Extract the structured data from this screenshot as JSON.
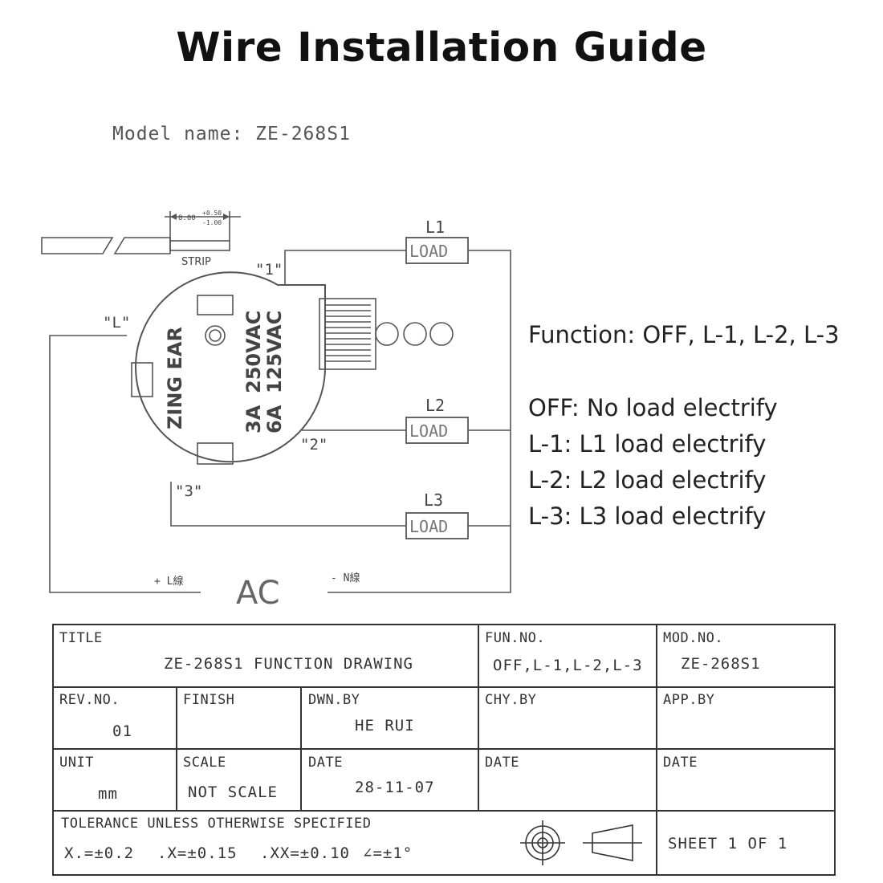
{
  "title": "Wire Installation Guide",
  "model_name": "Model name: ZE-268S1",
  "diagram": {
    "strip_label": "STRIP",
    "strip_dim": "8.00",
    "strip_tol_plus": "+0.50",
    "strip_tol_minus": "-1.00",
    "terminals": {
      "t1": "\"1\"",
      "t2": "\"2\"",
      "t3": "\"3\"",
      "tl": "\"L\""
    },
    "switch_text": {
      "brand": "ZING EAR",
      "rating1": "250VAC",
      "rating2": "125VAC",
      "amp1": "3A",
      "amp2": "6A"
    },
    "loads": [
      {
        "name": "L1",
        "box": "LOAD"
      },
      {
        "name": "L2",
        "box": "LOAD"
      },
      {
        "name": "L3",
        "box": "LOAD"
      }
    ],
    "ac_label": "AC",
    "ac_plus": "+ L線",
    "ac_minus": "- N線"
  },
  "function_info": {
    "heading": "Function: OFF, L-1, L-2, L-3",
    "lines": [
      "OFF: No load electrify",
      "L-1: L1 load electrify",
      "L-2: L2 load electrify",
      "L-3: L3 load electrify"
    ]
  },
  "title_block": {
    "title_label": "TITLE",
    "title_value": "ZE-268S1 FUNCTION DRAWING",
    "fun_no_label": "FUN.NO.",
    "fun_no_value": "OFF,L-1,L-2,L-3",
    "mod_no_label": "MOD.NO.",
    "mod_no_value": "ZE-268S1",
    "rev_no_label": "REV.NO.",
    "rev_no_value": "01",
    "finish_label": "FINISH",
    "dwn_by_label": "DWN.BY",
    "dwn_by_value": "HE RUI",
    "chy_by_label": "CHY.BY",
    "app_by_label": "APP.BY",
    "unit_label": "UNIT",
    "unit_value": "mm",
    "scale_label": "SCALE",
    "scale_value": "NOT SCALE",
    "date_label": "DATE",
    "date_value": "28-11-07",
    "date2_label": "DATE",
    "date3_label": "DATE",
    "tolerance_label": "TOLERANCE UNLESS OTHERWISE SPECIFIED",
    "tol_x": "X.=±0.2",
    "tol_xx": ".X=±0.15",
    "tol_xxx": ".XX=±0.10",
    "tol_angle": "∠=±1°",
    "sheet": "SHEET 1 OF 1"
  }
}
